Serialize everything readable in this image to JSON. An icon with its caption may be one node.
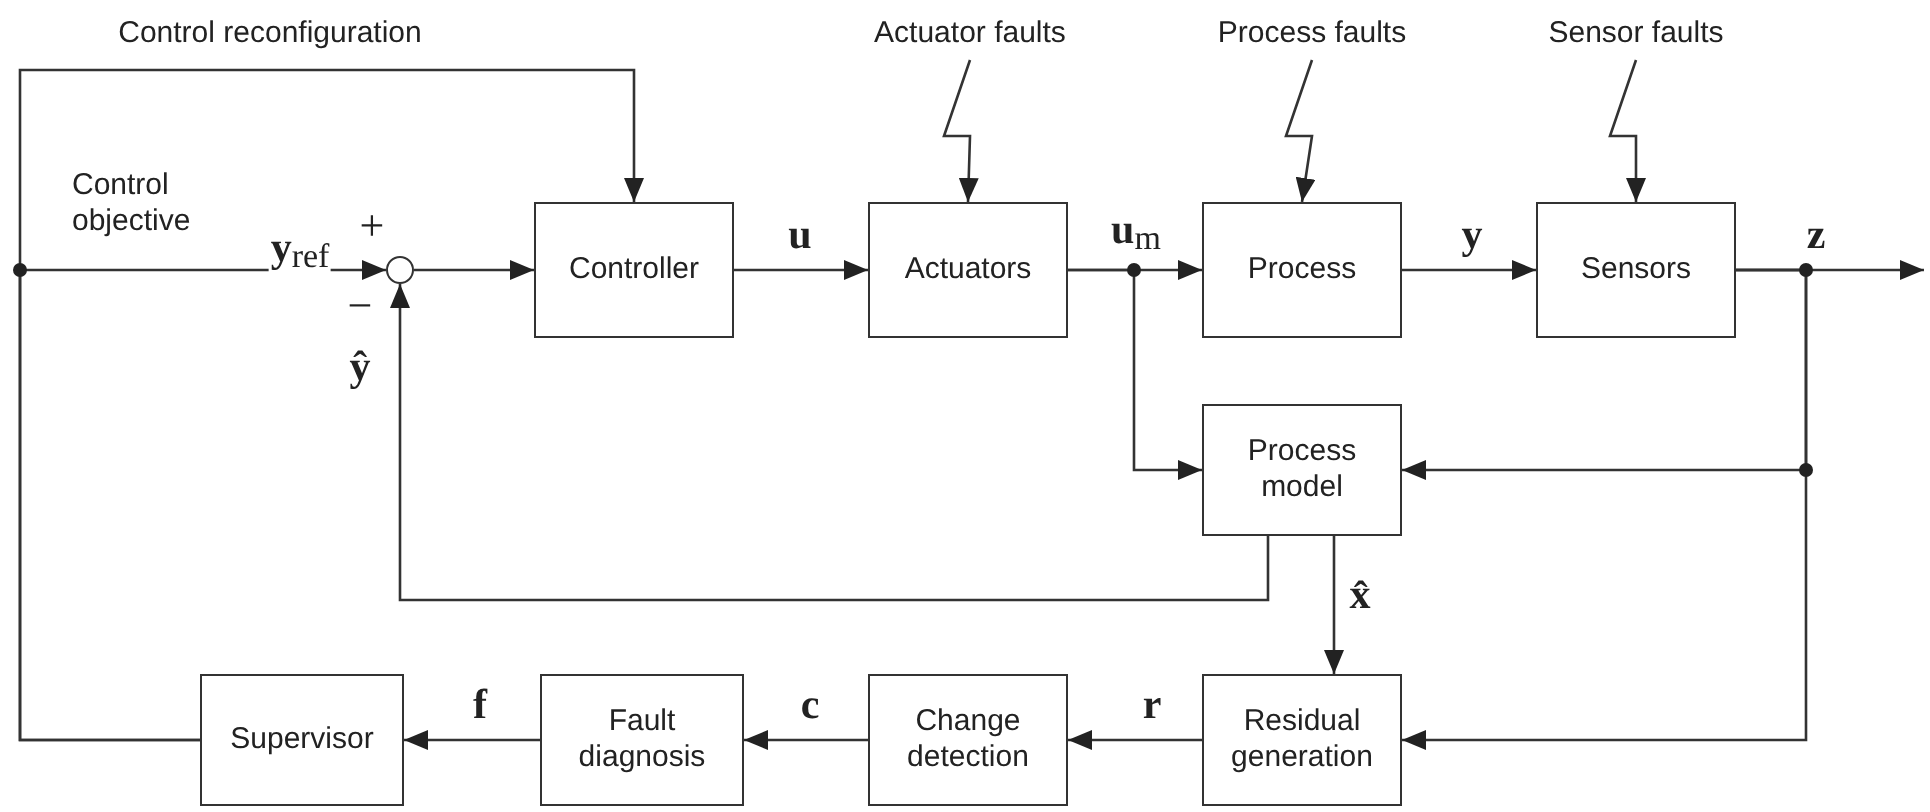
{
  "diagram": {
    "nodes": [
      {
        "text": [
          "Controller"
        ]
      },
      {
        "text": [
          "Actuators"
        ]
      },
      {
        "text": [
          "Process"
        ]
      },
      {
        "text": [
          "Sensors"
        ]
      },
      {
        "text": [
          "Process model"
        ]
      },
      {
        "text": [
          "Residual generation"
        ]
      },
      {
        "text": [
          "Change detection"
        ]
      },
      {
        "text": [
          "Fault diagnosis"
        ]
      },
      {
        "text": [
          "Supervisor"
        ]
      },
      {
        "text": [],
        "shape": "circle"
      },
      {
        "text": [
          "Actuator faults"
        ]
      },
      {
        "text": [
          "Process faults"
        ]
      },
      {
        "text": [
          "Sensor faults"
        ]
      }
    ],
    "edges": [
      {
        "from": 9,
        "to": 0,
        "arrow": "to"
      },
      {
        "from": 0,
        "to": 1,
        "arrow": "to",
        "label": "u"
      },
      {
        "from": 1,
        "to": 2,
        "arrow": "to",
        "label": "**u**$_{m}$"
      },
      {
        "from": 1,
        "to": 4,
        "arrow": "to"
      },
      {
        "from": 2,
        "to": 3,
        "arrow": "to",
        "label": "y"
      },
      {
        "from": 3,
        "to": null,
        "arrow": "to",
        "label": "z"
      },
      {
        "from": 3,
        "to": 4,
        "arrow": "to"
      },
      {
        "from": 3,
        "to": 5,
        "arrow": "to"
      },
      {
        "from": 4,
        "to": 9,
        "arrow": "to",
        "label": "ŷ"
      },
      {
        "from": 4,
        "to": 5,
        "arrow": "to",
        "label": "x̂"
      },
      {
        "from": 5,
        "to": 6,
        "arrow": "to",
        "label": "r"
      },
      {
        "from": 6,
        "to": 7,
        "arrow": "to",
        "label": "c"
      },
      {
        "from": 7,
        "to": 8,
        "arrow": "to",
        "label": "f"
      },
      {
        "from": 8,
        "to": 0,
        "arrow": "to"
      },
      {
        "from": 8,
        "to": 9,
        "arrow": "to",
        "label": "**y**$_{ref}$"
      },
      {
        "from": 10,
        "to": 1,
        "arrow": "to"
      },
      {
        "from": 11,
        "to": 2,
        "arrow": "to"
      },
      {
        "from": 12,
        "to": 3,
        "arrow": "to"
      }
    ],
    "labels": [
      "Control reconfiguration",
      "Control objective",
      "+",
      "−"
    ]
  }
}
